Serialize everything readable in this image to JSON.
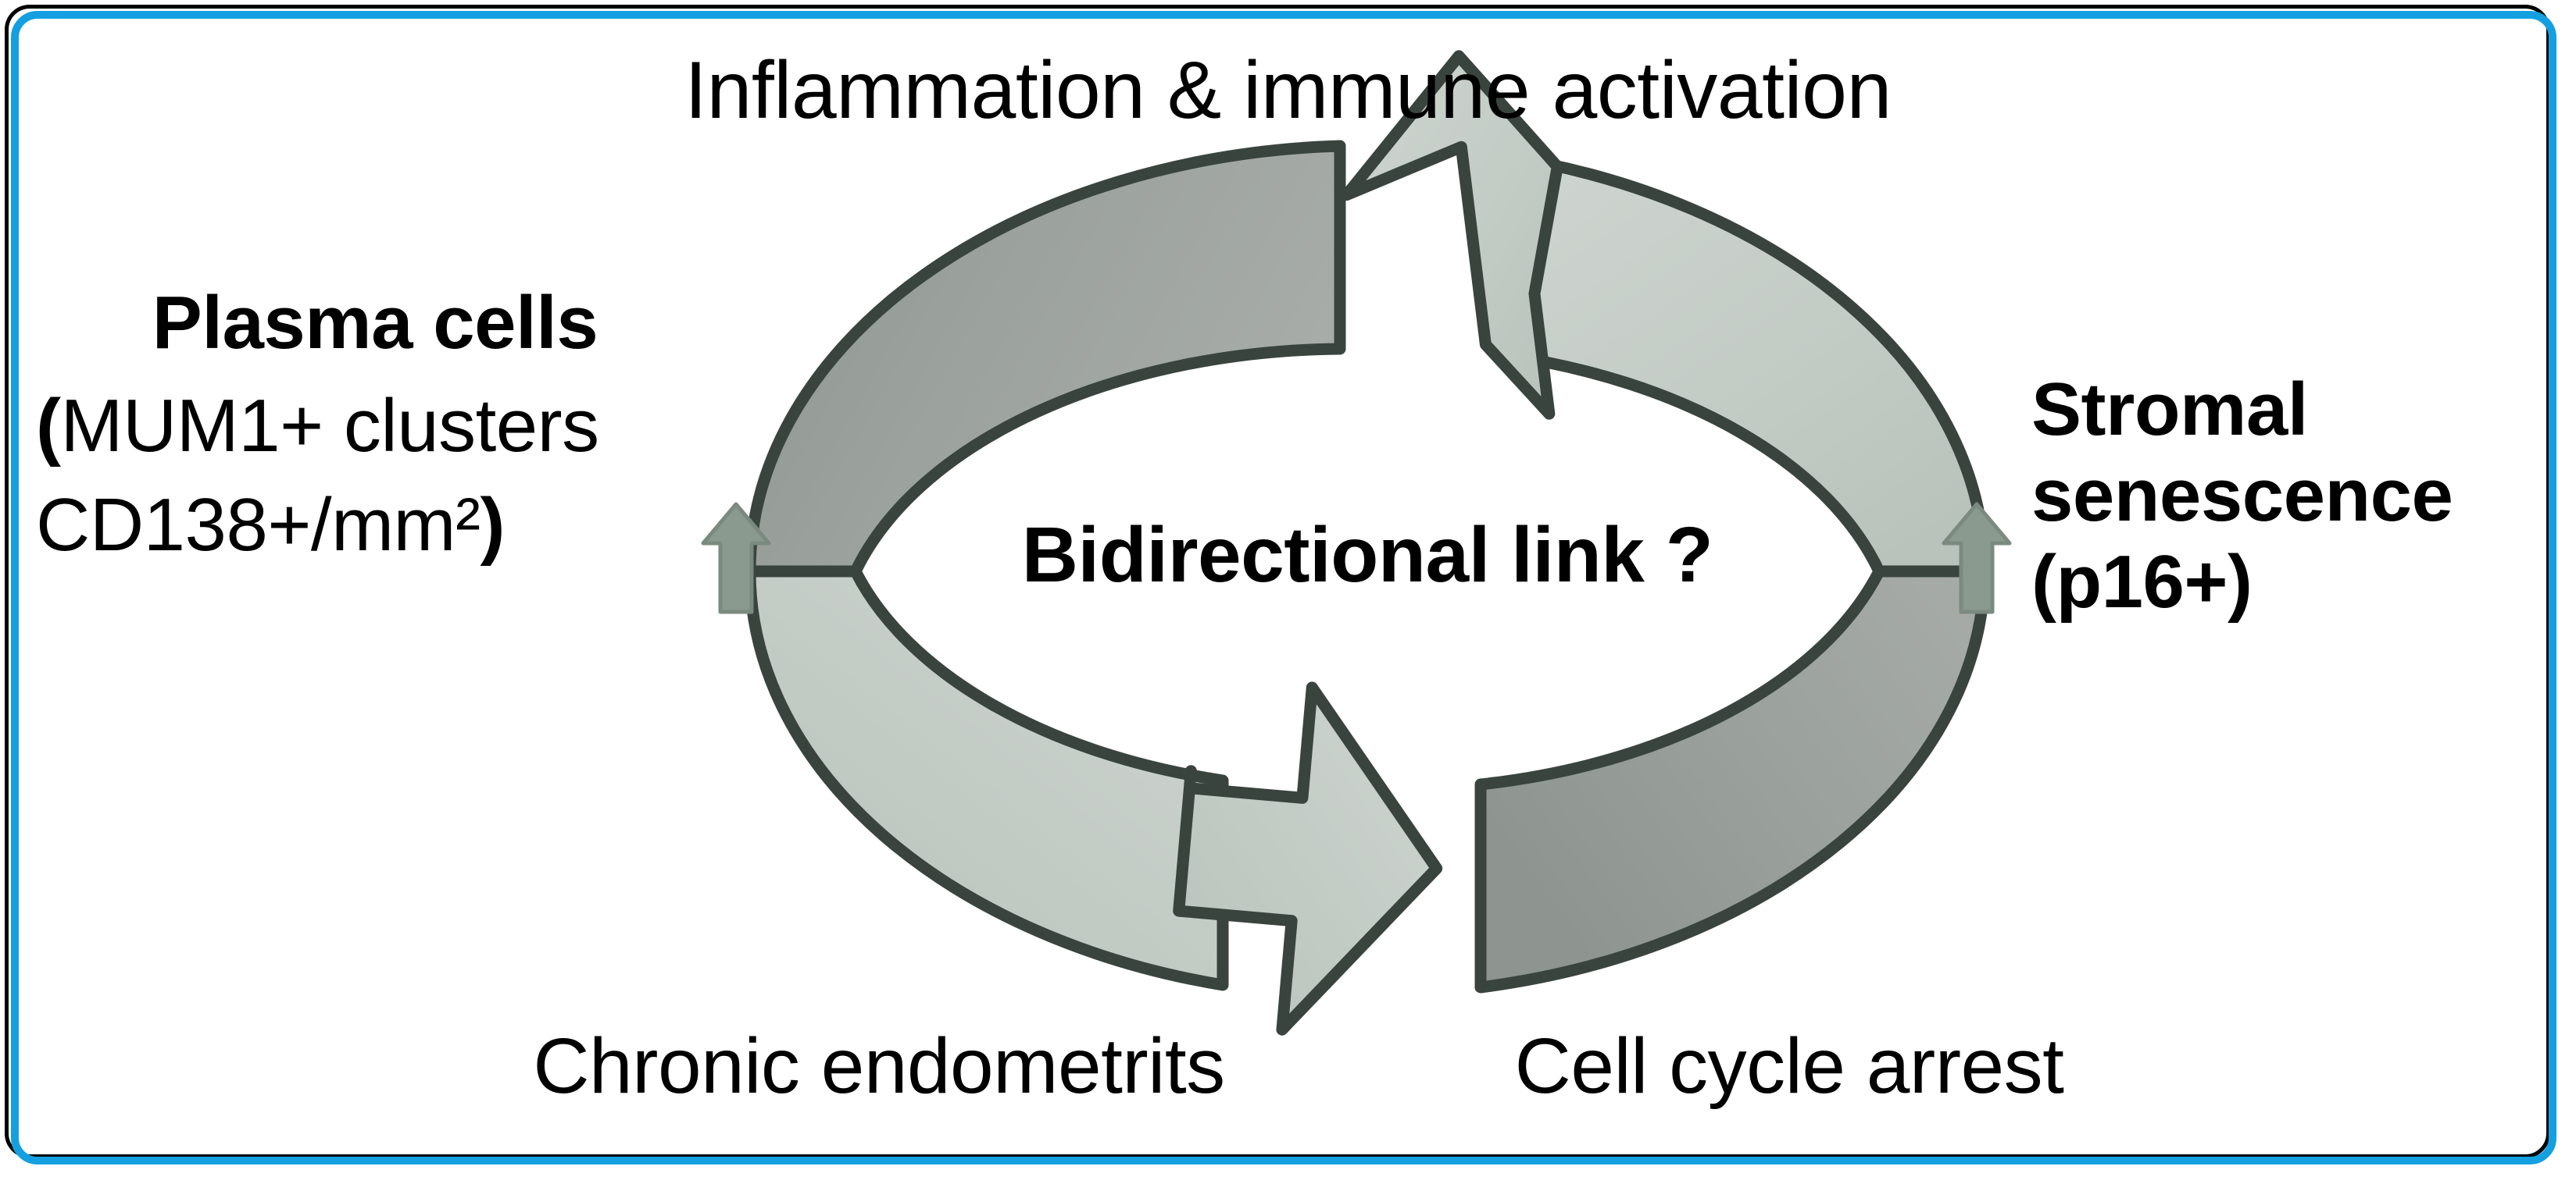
{
  "figure": {
    "background_color": "#ffffff",
    "frame": {
      "outer_border_color": "#14a0e0",
      "inner_border_color": "#000000"
    }
  },
  "palette": {
    "ribbon_dark": "#9aa09d",
    "ribbon_light": "#c3cbc5",
    "outline": "#3a443f",
    "up_arrow_fill": "#8a9a8e",
    "up_arrow_outline": "#7b8a7f",
    "accent_blue": "#14a0e0",
    "text": "#000000"
  },
  "labels": {
    "top": "Inflammation & immune activation",
    "center": "Bidirectional link ?",
    "bottom_left": "Chronic endometrits",
    "bottom_right": "Cell cycle arrest",
    "left_block": {
      "line1": "Plasma cells",
      "line2_open_paren": "(",
      "line2_rest": "MUM1+ clusters",
      "line3_text": "CD138+/mm²",
      "line3_close_paren": ")"
    },
    "right_block": {
      "line1": "Stromal",
      "line2": "senescence",
      "line3": "(p16+)"
    }
  },
  "icons": {
    "up_arrow_left": "up-arrow-icon",
    "up_arrow_right": "up-arrow-icon",
    "cycle_arrow_upper": "curved-arrow-counterclockwise-icon",
    "cycle_arrow_lower": "curved-arrow-clockwise-icon"
  },
  "diagram_data": {
    "type": "cycle",
    "description": "Two-node bidirectional cycle linking plasma-cell driven chronic endometritis with stromal senescence",
    "nodes": [
      {
        "id": "plasma-cells",
        "position": "left",
        "title": "Plasma cells",
        "detail": "(MUM1+ clusters CD138+/mm²)",
        "trend": "increase"
      },
      {
        "id": "stromal-senescence",
        "position": "right",
        "title": "Stromal senescence",
        "detail": "(p16+)",
        "trend": "increase"
      }
    ],
    "edges": [
      {
        "id": "upper-arc",
        "from": "stromal-senescence",
        "to": "plasma-cells",
        "direction": "right-to-left",
        "label": "Inflammation & immune activation",
        "label_position": "top"
      },
      {
        "id": "lower-arc",
        "from": "plasma-cells",
        "to": "stromal-senescence",
        "direction": "left-to-right",
        "labels": [
          "Chronic endometrits",
          "Cell cycle arrest"
        ],
        "label_position": "bottom"
      }
    ],
    "center_question": "Bidirectional link ?"
  }
}
